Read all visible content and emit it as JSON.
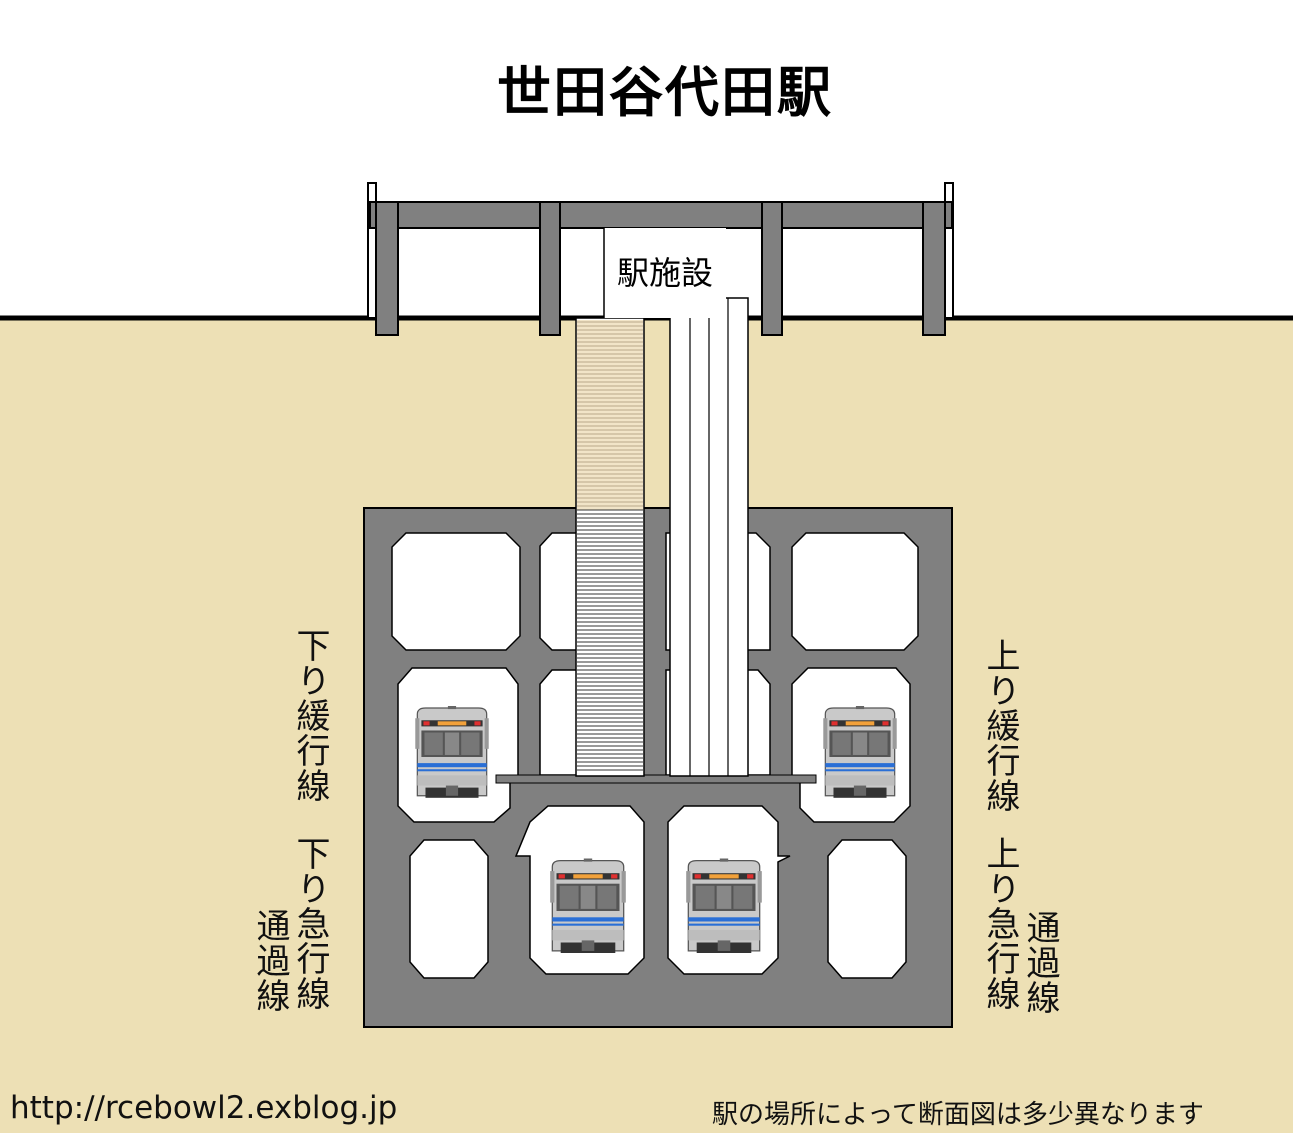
{
  "title": "世田谷代田駅",
  "facility_label": "駅施設",
  "tracks": {
    "down_local": "下り緩行線",
    "down_express": "下り急行線",
    "down_passing": "通過線",
    "up_local": "上り緩行線",
    "up_express": "上り急行線",
    "up_passing": "通過線"
  },
  "footer": {
    "url": "http://rcebowl2.exblog.jp",
    "note": "駅の場所によって断面図は多少異なります"
  },
  "colors": {
    "ground": "#ede0b5",
    "concrete": "#808080",
    "surface_line": "#000000",
    "train_body": "#c9c9c9",
    "train_stripe": "#2a6fd6"
  },
  "icons": [
    "train-icon",
    "stairs-icon",
    "elevator-icon"
  ]
}
